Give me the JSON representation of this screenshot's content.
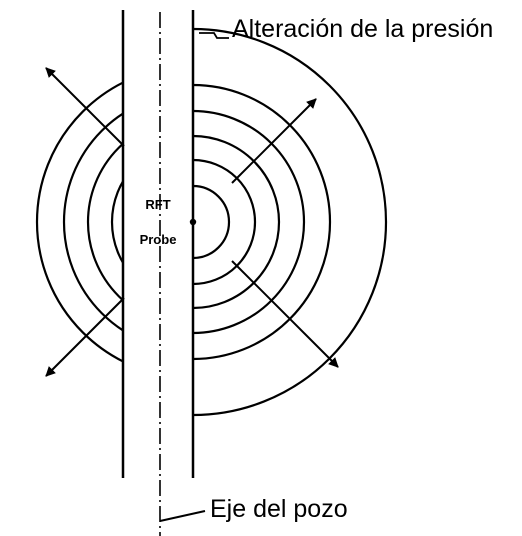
{
  "labels": {
    "pressure": "Alteración de la presión",
    "axis": "Eje del pozo",
    "probe_line1": "RFT",
    "probe_line2": "Probe"
  },
  "colors": {
    "ink": "#000000",
    "background": "#ffffff"
  }
}
